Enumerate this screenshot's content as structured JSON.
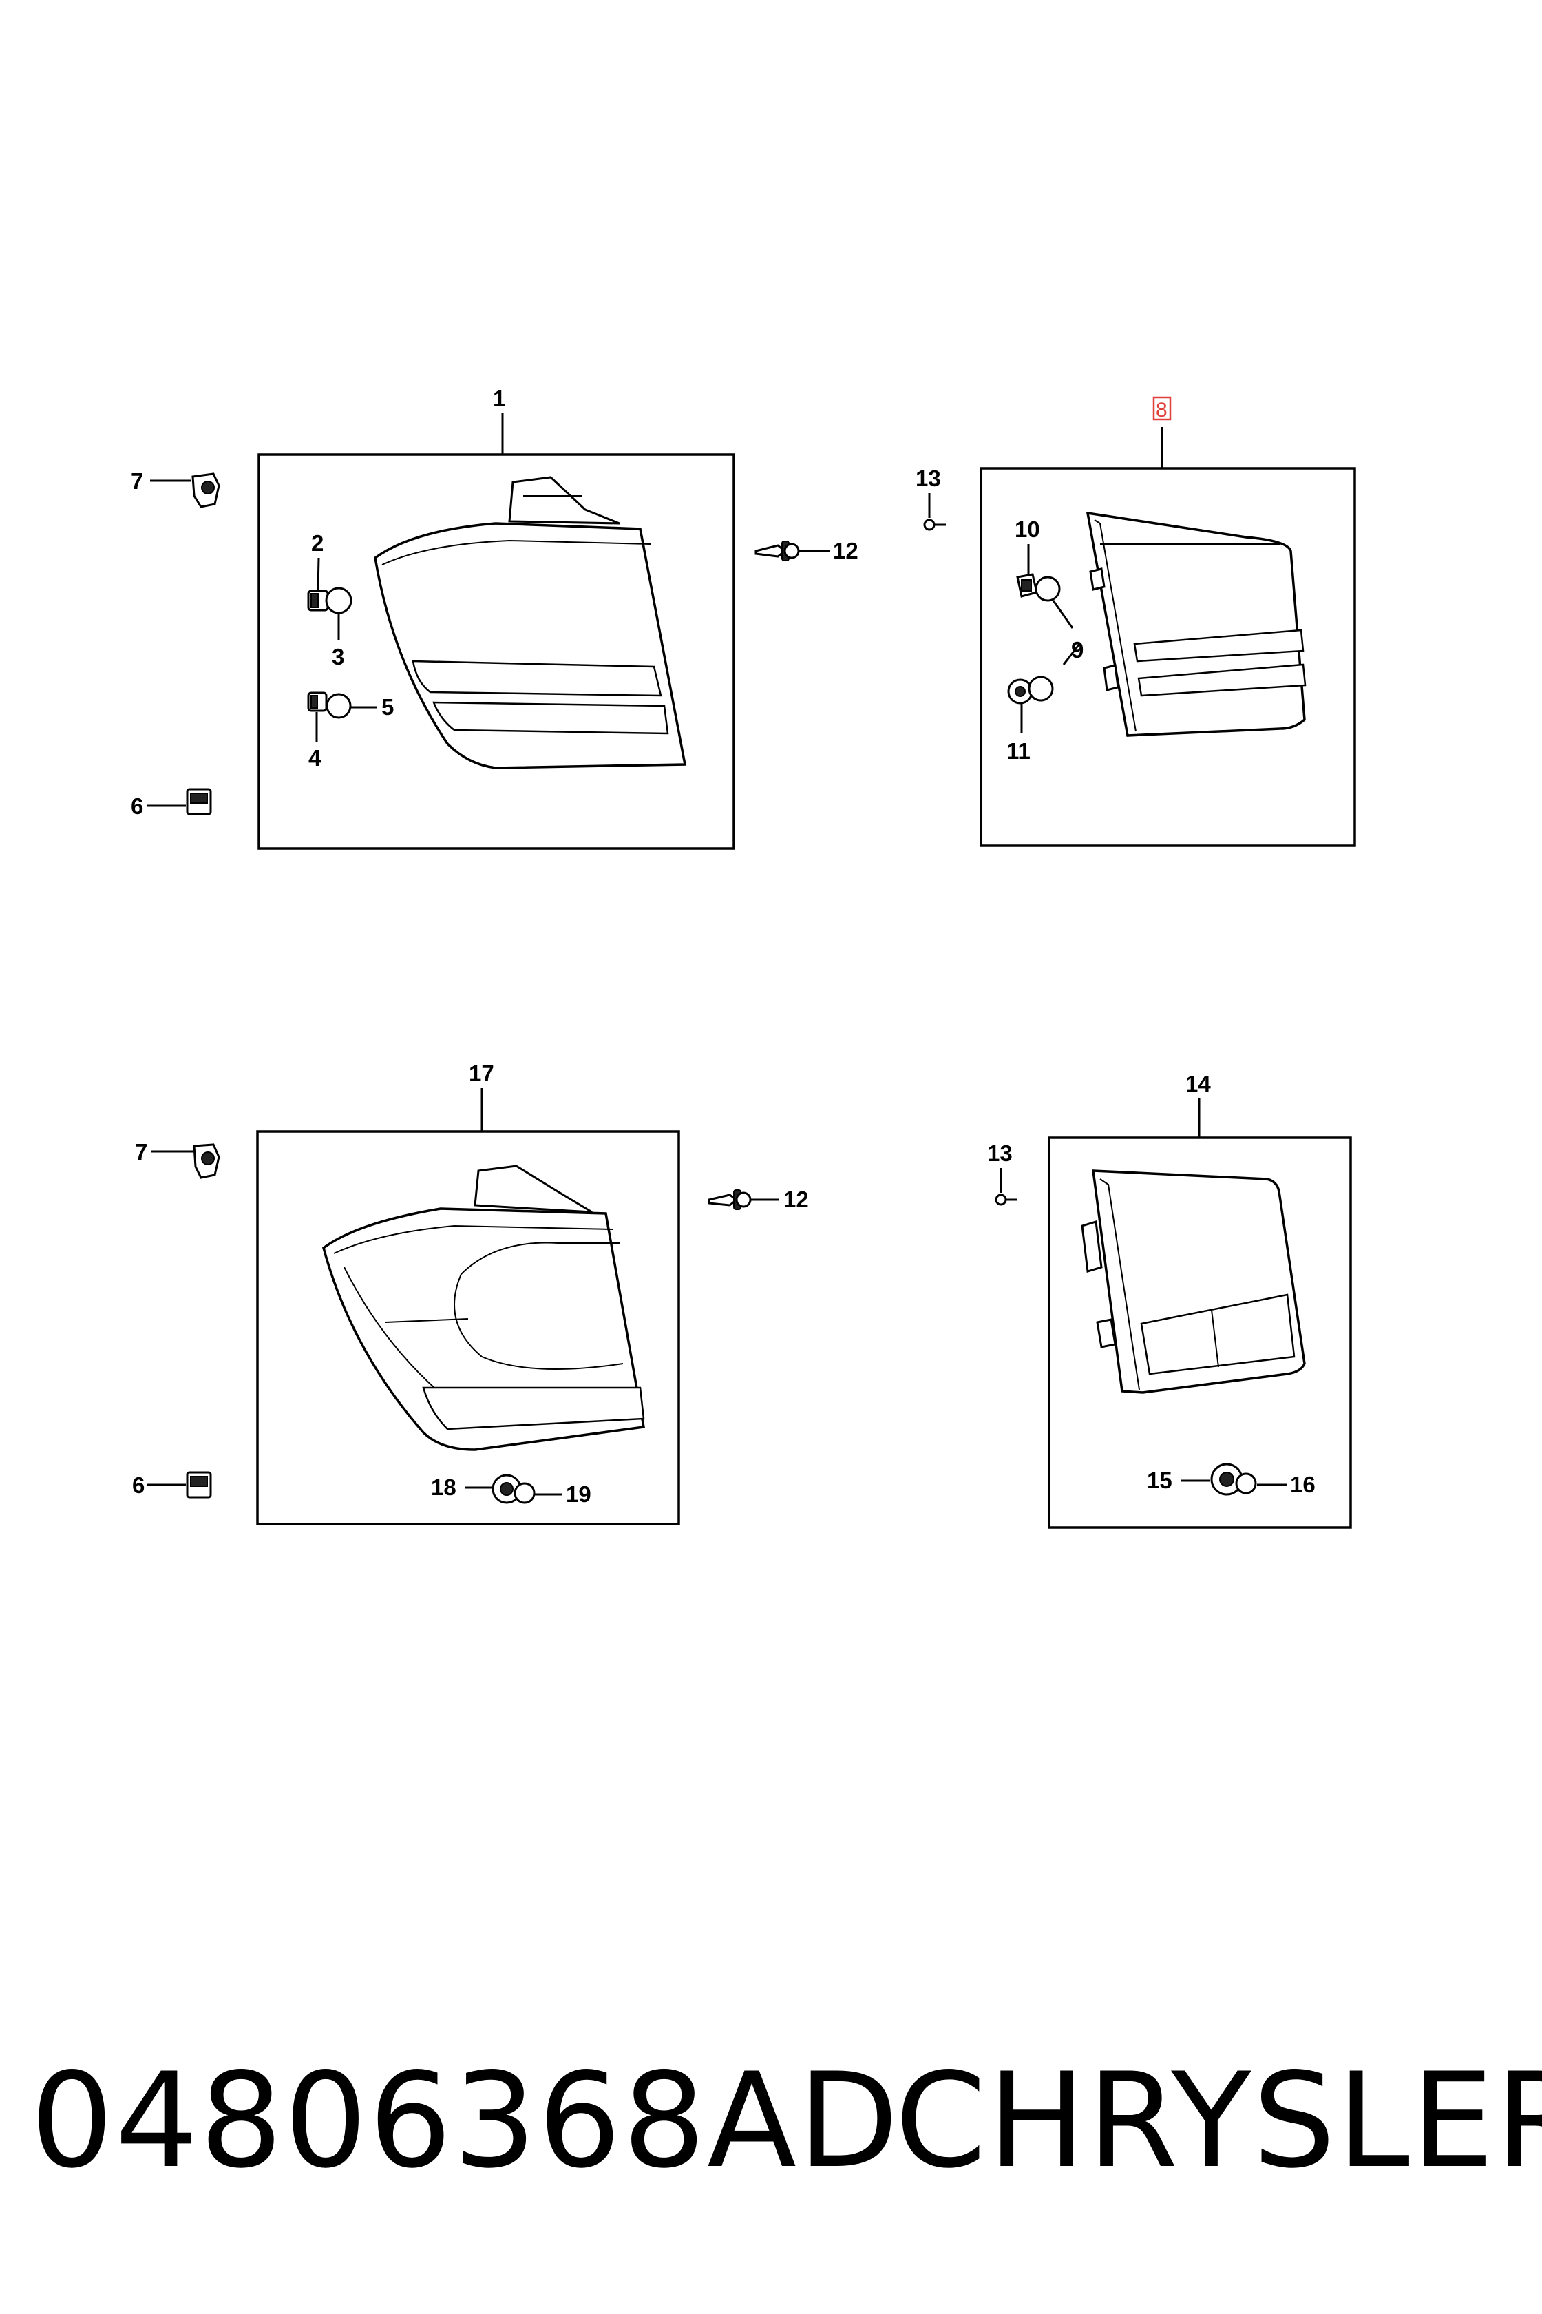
{
  "diagram": {
    "callouts": {
      "c1": "1",
      "c2": "2",
      "c3": "3",
      "c4": "4",
      "c5": "5",
      "c6a": "6",
      "c7a": "7",
      "c8": "8",
      "c9": "9",
      "c10": "10",
      "c11": "11",
      "c12a": "12",
      "c13a": "13",
      "c6b": "6",
      "c7b": "7",
      "c12b": "12",
      "c13b": "13",
      "c14": "14",
      "c15": "15",
      "c16": "16",
      "c17": "17",
      "c18": "18",
      "c19": "19"
    },
    "highlight_color": "#e0413a"
  },
  "footer": {
    "part_number": "04806368AD",
    "brand": "CHRYSLER"
  }
}
